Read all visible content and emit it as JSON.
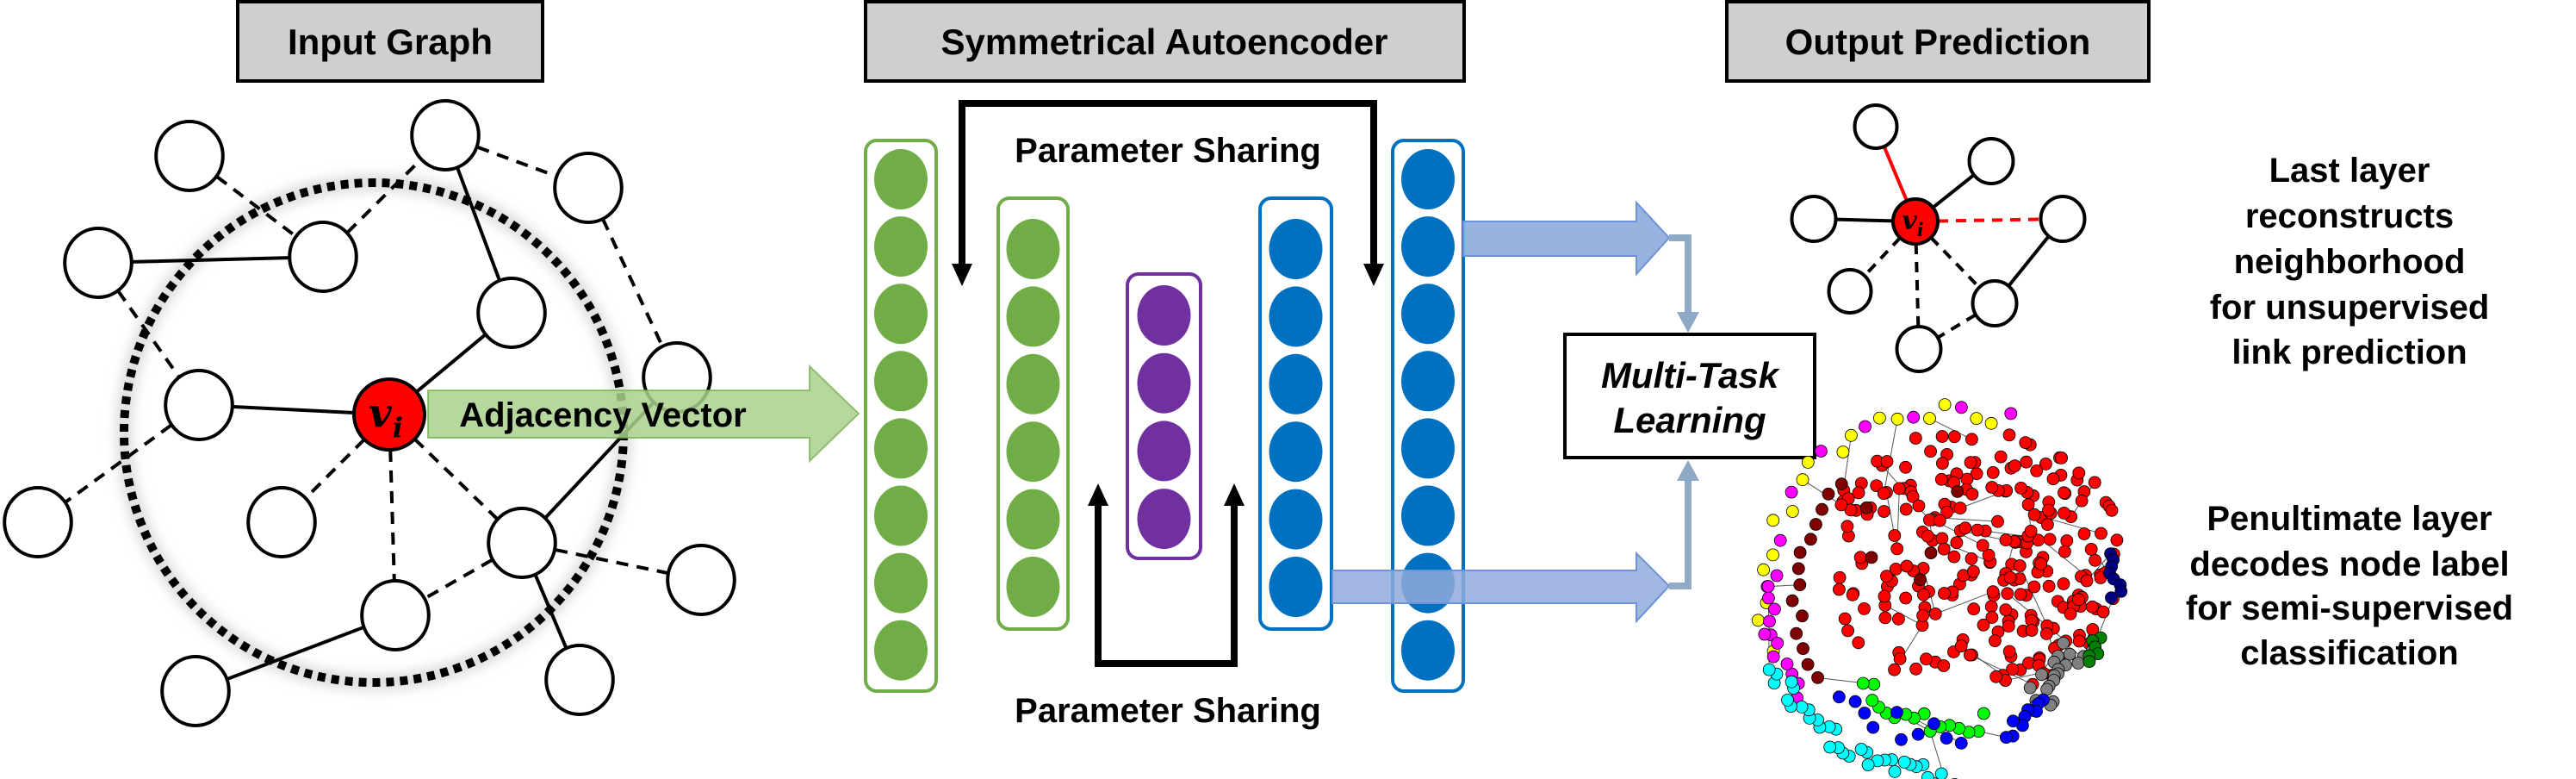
{
  "sections": {
    "input_graph": {
      "title": "Input Graph"
    },
    "autoencoder": {
      "title": "Symmetrical Autoencoder"
    },
    "output": {
      "title": "Output Prediction"
    }
  },
  "labels": {
    "adjacency_vector": "Adjacency Vector",
    "parameter_sharing_top": "Parameter Sharing",
    "parameter_sharing_bottom": "Parameter Sharing",
    "multi_task_line1": "Multi-Task",
    "multi_task_line2": "Learning",
    "target_node_var": "v",
    "target_node_sub": "i"
  },
  "descriptions": {
    "link_prediction": [
      "Last layer",
      "reconstructs",
      "neighborhood",
      "for unsupervised",
      "link prediction"
    ],
    "classification": [
      "Penultimate layer",
      "decodes node label",
      "for semi-supervised",
      "classification"
    ]
  },
  "autoencoder_layers": [
    {
      "role": "input",
      "nodes": 8,
      "color": "#70ad47"
    },
    {
      "role": "encoder-hidden",
      "nodes": 6,
      "color": "#70ad47"
    },
    {
      "role": "embedding",
      "nodes": 4,
      "color": "#7030a0"
    },
    {
      "role": "decoder-hidden (penultimate)",
      "nodes": 6,
      "color": "#0070c0"
    },
    {
      "role": "output (last)",
      "nodes": 8,
      "color": "#0070c0"
    }
  ],
  "colors": {
    "target_node": "#ff0000",
    "title_box_fill": "#d0cecf",
    "adjacency_arrow": "#a9d18e",
    "output_arrow": "#8faadc",
    "connector": "#8eaac6"
  },
  "class_colors": [
    "#ff0000",
    "#800000",
    "#ffff00",
    "#ff00ff",
    "#0000ff",
    "#000080",
    "#00ffff",
    "#00ff00",
    "#008000",
    "#808080"
  ]
}
